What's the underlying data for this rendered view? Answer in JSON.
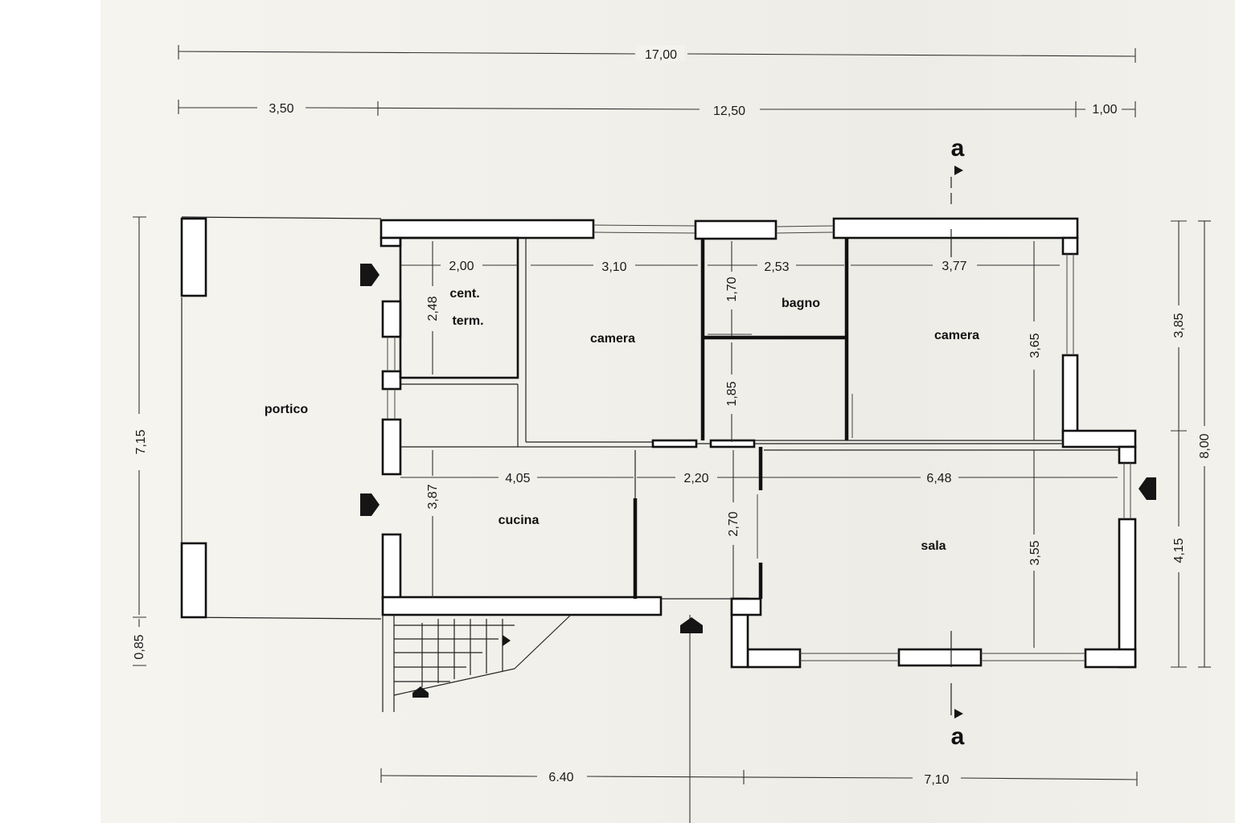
{
  "overall_dims": {
    "total_width": "17,00",
    "portico_width": "3,50",
    "main_width": "12,50",
    "right_offset": "1,00",
    "bottom_left": "6.40",
    "bottom_right": "7,10",
    "left_height": "7,15",
    "left_step": "0,85",
    "right_upper": "3,85",
    "right_lower": "4,15",
    "right_total": "8,00"
  },
  "rooms": {
    "portico": "portico",
    "cent_line1": "cent.",
    "cent_line2": "term.",
    "camera_left": "camera",
    "bagno": "bagno",
    "camera_right": "camera",
    "cucina": "cucina",
    "sala": "sala"
  },
  "room_dims": {
    "cent_width": "2,00",
    "cent_height": "2,48",
    "camera_left_width": "3,10",
    "bagno_width": "2,53",
    "bagno_height": "1,70",
    "hall_upper_height": "1,85",
    "camera_right_width": "3,77",
    "camera_right_height": "3,65",
    "cucina_width": "4,05",
    "cucina_height": "3,87",
    "hall_width": "2,20",
    "hall_height": "2,70",
    "sala_width": "6,48",
    "sala_height": "3,55"
  },
  "section_marks": {
    "top": "a",
    "bottom": "a"
  }
}
